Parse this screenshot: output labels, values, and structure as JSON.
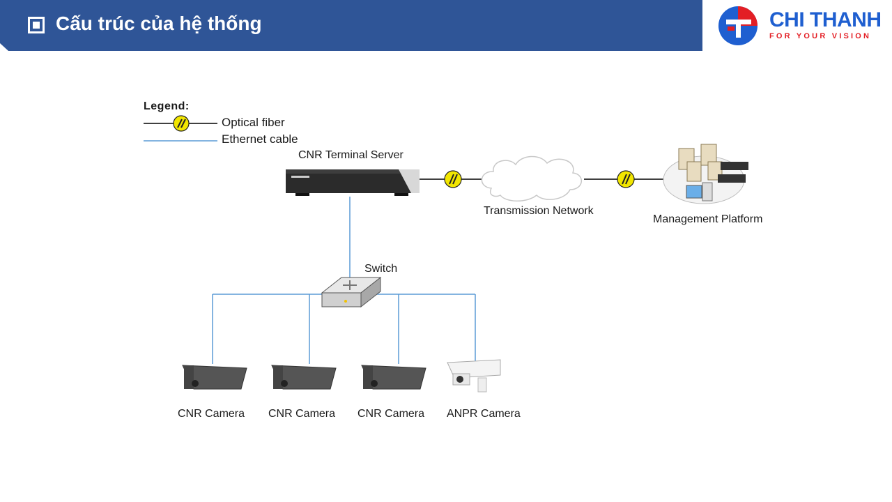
{
  "header": {
    "title": "Cấu trúc của hệ thống"
  },
  "logo": {
    "name": "CHI THANH",
    "tagline": "FOR YOUR VISION"
  },
  "legend": {
    "title": "Legend:",
    "optical_label": "Optical fiber",
    "ethernet_label": "Ethernet cable"
  },
  "nodes": {
    "server": "CNR Terminal Server",
    "network": "Transmission Network",
    "platform": "Management Platform",
    "switch": "Switch",
    "camera1": "CNR Camera",
    "camera2": "CNR Camera",
    "camera3": "CNR Camera",
    "camera4": "ANPR Camera"
  },
  "colors": {
    "header": "#2f5597",
    "ethernet": "#5b9bd5",
    "fiber": "#000000",
    "fiber_marker": "#f2e600",
    "logo_blue": "#1f5fd0",
    "logo_red": "#e31e24"
  }
}
